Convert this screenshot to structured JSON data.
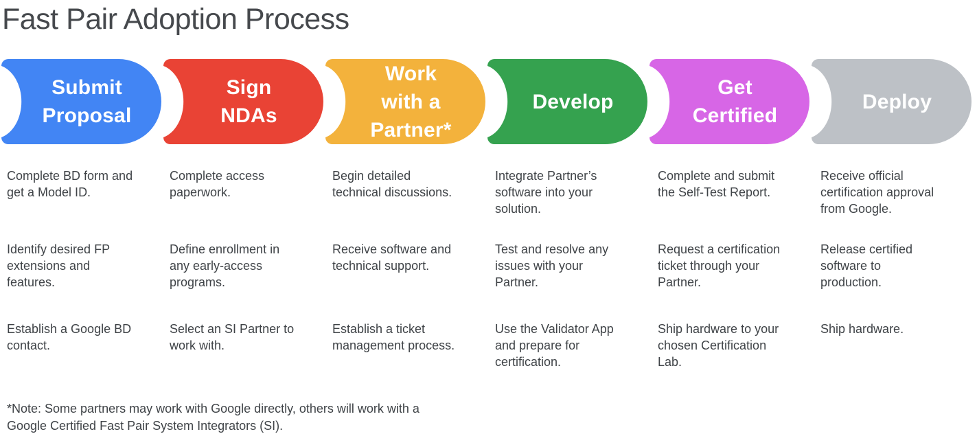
{
  "title": "Fast Pair Adoption Process",
  "colors": {
    "background": "#FFFFFF",
    "text": "#3F4347",
    "stage_label_text": "#FFFFFF"
  },
  "stages": [
    {
      "id": "submit-proposal",
      "label": "Submit\nProposal",
      "color": "#4285F4",
      "steps": [
        "Complete BD form and\nget a Model ID.",
        "Identify desired FP\nextensions and\nfeatures.",
        "Establish a Google BD\ncontact."
      ]
    },
    {
      "id": "sign-ndas",
      "label": "Sign\nNDAs",
      "color": "#E94335",
      "steps": [
        "Complete access\npaperwork.",
        "Define enrollment in\nany early-access\nprograms.",
        "Select an SI Partner to\nwork with."
      ]
    },
    {
      "id": "work-with-partner",
      "label": "Work\nwith a\nPartner*",
      "color": "#F3B23C",
      "steps": [
        "Begin detailed\ntechnical discussions.",
        "Receive software and\ntechnical support.",
        "Establish a ticket\nmanagement process."
      ]
    },
    {
      "id": "develop",
      "label": "Develop",
      "color": "#35A24F",
      "steps": [
        "Integrate Partner’s\nsoftware into your\nsolution.",
        "Test and resolve any\nissues with your\nPartner.",
        "Use the Validator App\nand prepare for\ncertification."
      ]
    },
    {
      "id": "get-certified",
      "label": "Get\nCertified",
      "color": "#D766E6",
      "steps": [
        "Complete and submit\nthe Self-Test Report.",
        "Request a certification\nticket through your\nPartner.",
        "Ship hardware to your\nchosen Certification\nLab."
      ]
    },
    {
      "id": "deploy",
      "label": "Deploy",
      "color": "#BDC1C6",
      "steps": [
        "Receive official\ncertification approval\nfrom Google.",
        "Release certified\nsoftware to\nproduction.",
        "Ship hardware."
      ]
    }
  ],
  "footnote": "*Note: Some partners may work with Google directly, others will work with a\nGoogle Certified Fast Pair System Integrators (SI)."
}
